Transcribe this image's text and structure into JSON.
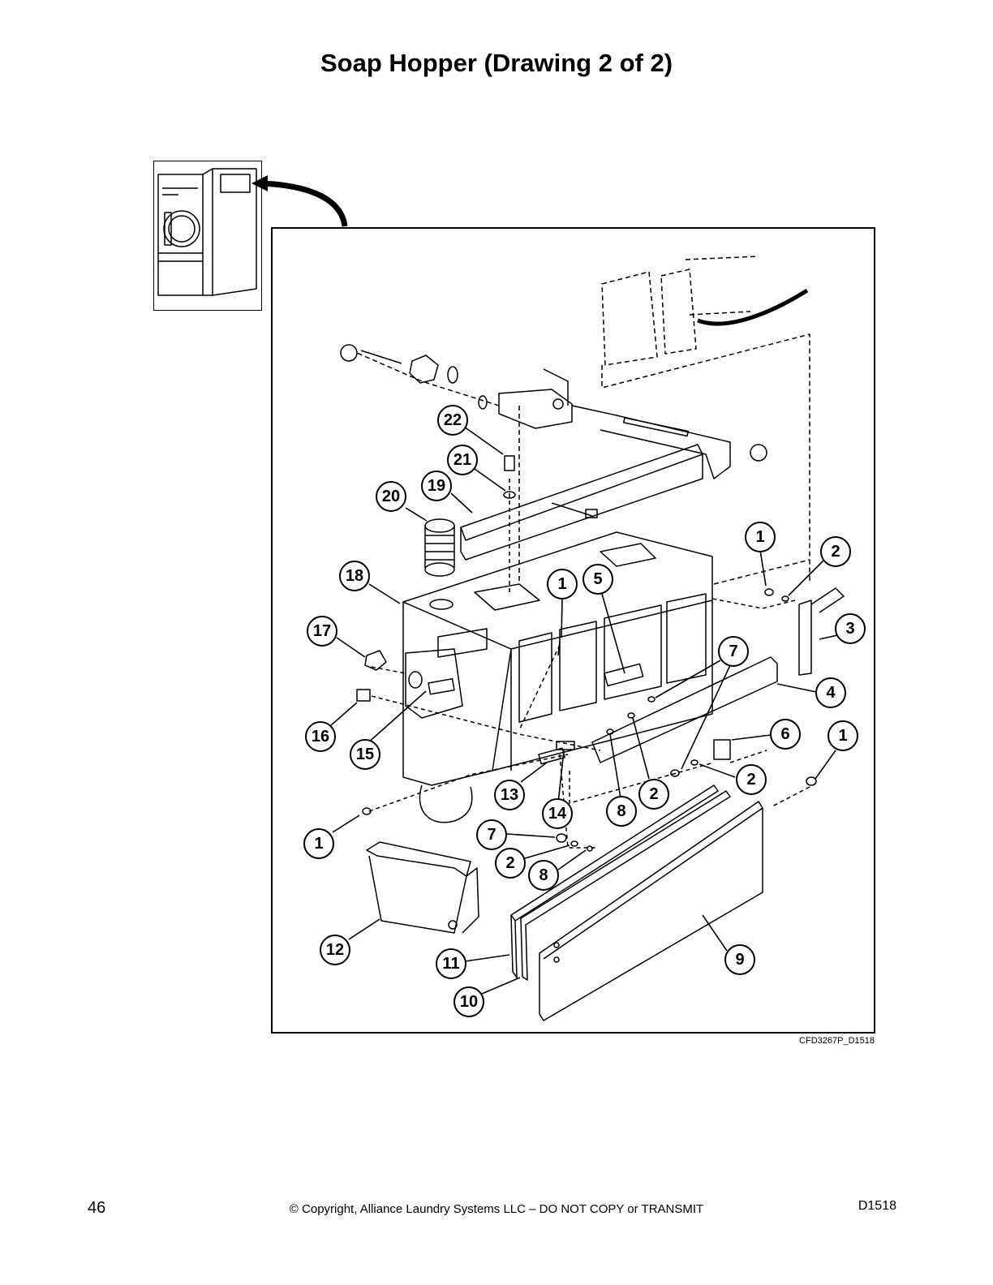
{
  "page": {
    "title": "Soap Hopper (Drawing 2 of 2)",
    "drawing_id": "CFD3267P_D1518",
    "page_number": "46",
    "copyright": "© Copyright, Alliance Laundry Systems LLC – DO NOT COPY or TRANSMIT",
    "doc_id": "D1518"
  },
  "callouts": [
    "22",
    "21",
    "19",
    "20",
    "1",
    "2",
    "18",
    "1",
    "5",
    "3",
    "17",
    "7",
    "4",
    "16",
    "15",
    "6",
    "1",
    "13",
    "14",
    "2",
    "8",
    "2",
    "1",
    "7",
    "2",
    "8",
    "12",
    "11",
    "10",
    "9"
  ]
}
